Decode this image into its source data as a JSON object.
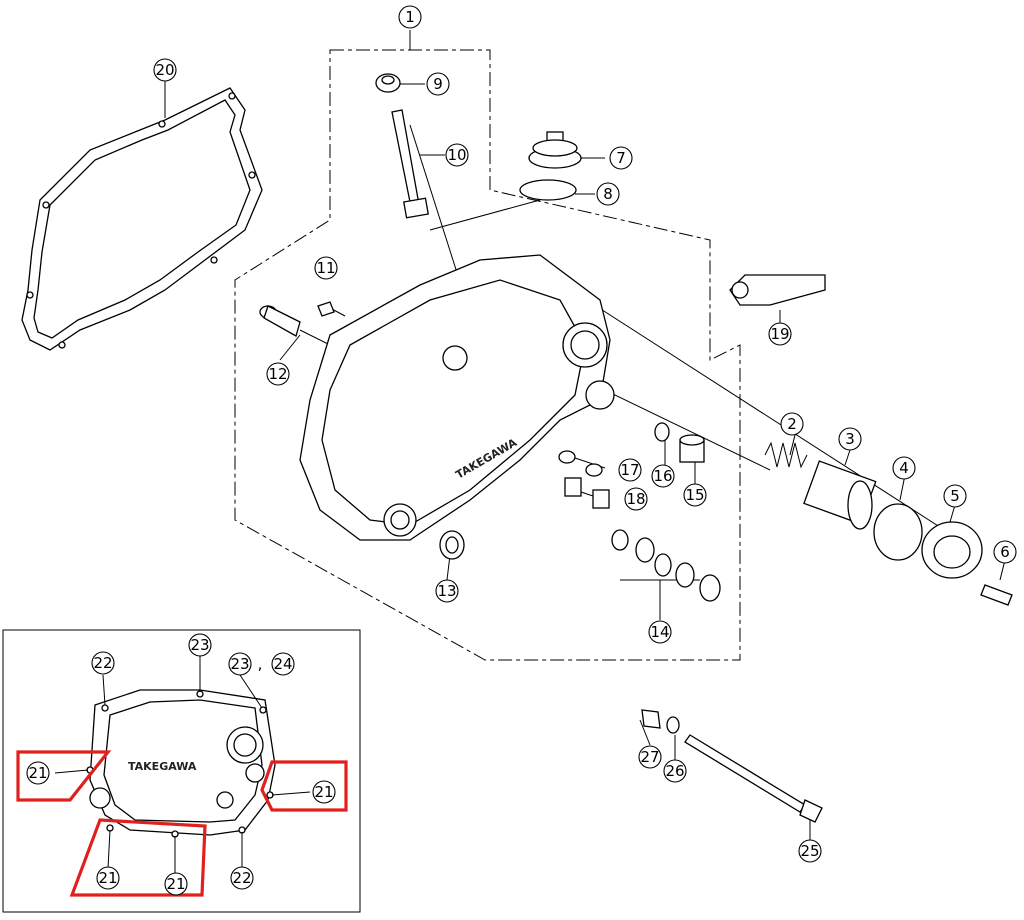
{
  "callouts": {
    "c1": "1",
    "c2": "2",
    "c3": "3",
    "c4": "4",
    "c5": "5",
    "c6": "6",
    "c7": "7",
    "c8": "8",
    "c9": "9",
    "c10": "10",
    "c11": "11",
    "c12": "12",
    "c13": "13",
    "c14": "14",
    "c15": "15",
    "c16": "16",
    "c17": "17",
    "c18": "18",
    "c19": "19",
    "c20": "20",
    "c25": "25",
    "c26": "26",
    "c27": "27"
  },
  "inset": {
    "c21a": "21",
    "c21b": "21",
    "c21c": "21",
    "c21d": "21",
    "c22a": "22",
    "c22b": "22",
    "c23a": "23",
    "c23b": "23",
    "sep": ",",
    "c24": "24"
  },
  "colors": {
    "highlight": "#e0201d",
    "line": "#000000"
  }
}
